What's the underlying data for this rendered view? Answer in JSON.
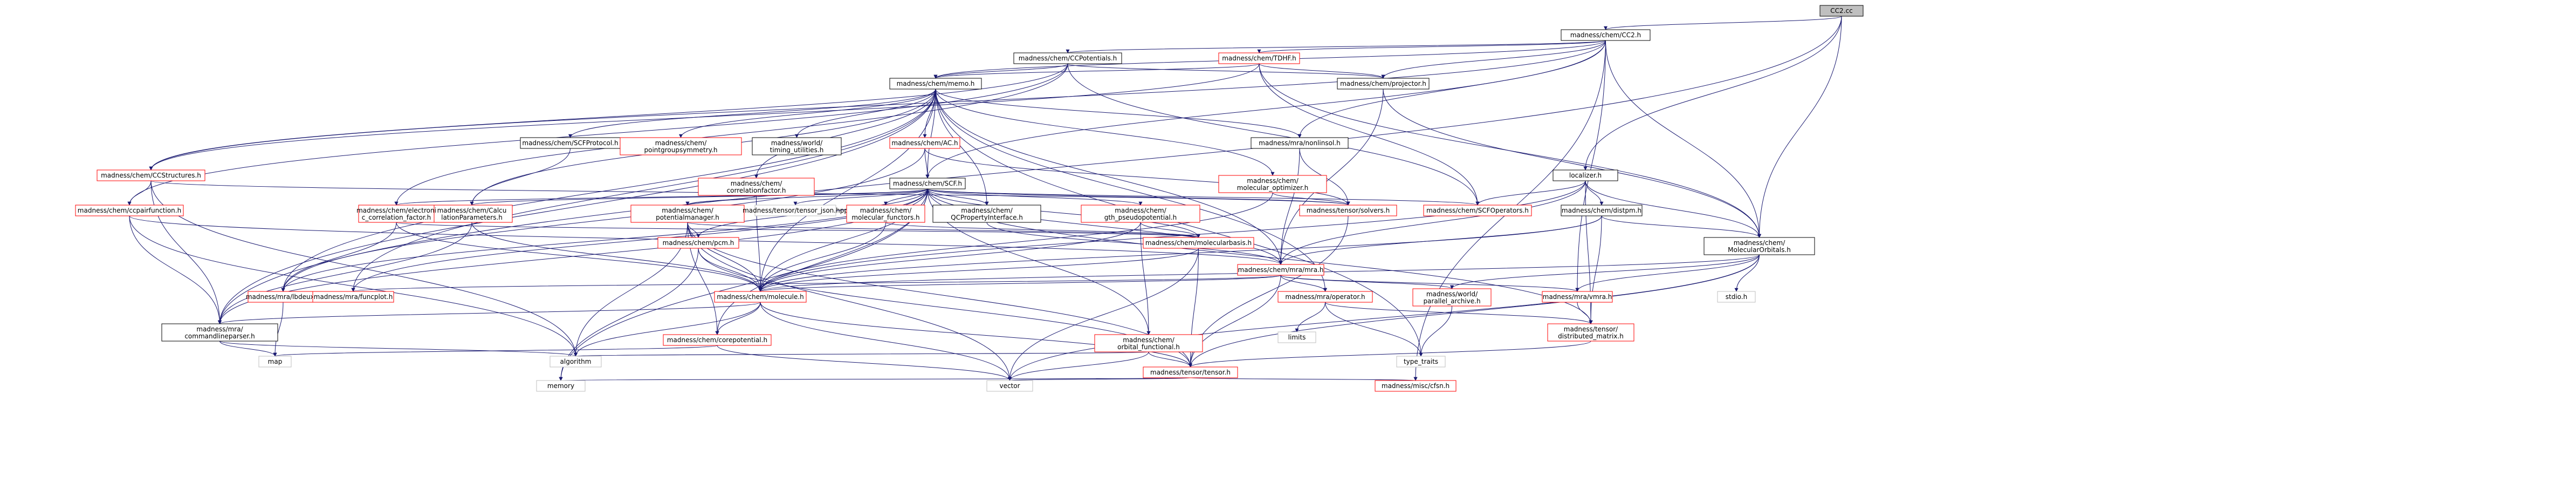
{
  "nodes": [
    {
      "id": "root",
      "label": "CC2.cc",
      "kind": "root"
    },
    {
      "id": "cc2h",
      "label": "madness/chem/CC2.h",
      "kind": "internal"
    },
    {
      "id": "ccpot",
      "label": "madness/chem/CCPotentials.h",
      "kind": "internal"
    },
    {
      "id": "tdhf",
      "label": "madness/chem/TDHF.h",
      "kind": "link"
    },
    {
      "id": "memo",
      "label": "madness/chem/memo.h",
      "kind": "internal"
    },
    {
      "id": "proj",
      "label": "madness/chem/projector.h",
      "kind": "internal"
    },
    {
      "id": "ccstr",
      "label": "madness/chem/CCStructures.h",
      "kind": "link"
    },
    {
      "id": "scfprot",
      "label": "madness/chem/SCFProtocol.h",
      "kind": "internal"
    },
    {
      "id": "pgsym",
      "label": "madness/chem/pointgroupsymmetry.h",
      "kind": "link"
    },
    {
      "id": "timing",
      "label": "madness/world/timing_utilities.h",
      "kind": "internal"
    },
    {
      "id": "ach",
      "label": "madness/chem/AC.h",
      "kind": "link"
    },
    {
      "id": "nonlin",
      "label": "madness/mra/nonlinsol.h",
      "kind": "internal"
    },
    {
      "id": "corrfac",
      "label": "madness/chem/correlationfactor.h",
      "kind": "link"
    },
    {
      "id": "scfh",
      "label": "madness/chem/SCF.h",
      "kind": "internal"
    },
    {
      "id": "molopt",
      "label": "madness/chem/molecular_optimizer.h",
      "kind": "link"
    },
    {
      "id": "localizer",
      "label": "localizer.h",
      "kind": "internal"
    },
    {
      "id": "ccpair",
      "label": "madness/chem/ccpairfunction.h",
      "kind": "link"
    },
    {
      "id": "calcparam",
      "label": "madness/chem/CalculationParameters.h",
      "kind": "link"
    },
    {
      "id": "eleccorr",
      "label": "madness/chem/electronic_correlation_factor.h",
      "kind": "link"
    },
    {
      "id": "potman",
      "label": "madness/chem/potentialmanager.h",
      "kind": "link"
    },
    {
      "id": "tjson",
      "label": "madness/tensor/tensor_json.hpp",
      "kind": "plain"
    },
    {
      "id": "molfunc",
      "label": "madness/chem/molecular_functors.h",
      "kind": "link"
    },
    {
      "id": "qcprop",
      "label": "madness/chem/QCPropertyInterface.h",
      "kind": "internal"
    },
    {
      "id": "gth",
      "label": "madness/chem/gth_pseudopotential.h",
      "kind": "link"
    },
    {
      "id": "solvers",
      "label": "madness/tensor/solvers.h",
      "kind": "link"
    },
    {
      "id": "scfops",
      "label": "madness/chem/SCFOperators.h",
      "kind": "link"
    },
    {
      "id": "molbas",
      "label": "madness/chem/molecularbasis.h",
      "kind": "link"
    },
    {
      "id": "mrah",
      "label": "madness/chem/mra/mra.h",
      "kind": "link"
    },
    {
      "id": "pcm",
      "label": "madness/chem/pcm.h",
      "kind": "link"
    },
    {
      "id": "lbdeux",
      "label": "madness/mra/lbdeux.h",
      "kind": "link"
    },
    {
      "id": "funcplot",
      "label": "madness/mra/funcplot.h",
      "kind": "link"
    },
    {
      "id": "molecule",
      "label": "madness/chem/molecule.h",
      "kind": "link"
    },
    {
      "id": "cmdparser",
      "label": "madness/mra/commandlineparser.h",
      "kind": "internal"
    },
    {
      "id": "corepot",
      "label": "madness/chem/corepotential.h",
      "kind": "link"
    },
    {
      "id": "orbfunc",
      "label": "madness/chem/orbital_functional.h",
      "kind": "link"
    },
    {
      "id": "tensorh",
      "label": "madness/tensor/tensor.h",
      "kind": "link"
    },
    {
      "id": "mracpp",
      "label": "madness/misc/cfsn.h",
      "kind": "link"
    },
    {
      "id": "molorb",
      "label": "madness/chem/MolecularOrbitals.h",
      "kind": "internal"
    },
    {
      "id": "distpm",
      "label": "madness/chem/distpm.h",
      "kind": "internal"
    },
    {
      "id": "operator",
      "label": "madness/mra/operator.h",
      "kind": "link"
    },
    {
      "id": "parch",
      "label": "madness/world/parallel_archive.h",
      "kind": "link"
    },
    {
      "id": "vmra",
      "label": "madness/mra/vmra.h",
      "kind": "link"
    },
    {
      "id": "distmat",
      "label": "madness/tensor/distributed_matrix.h",
      "kind": "link"
    },
    {
      "id": "stdio",
      "label": "stdio.h",
      "kind": "plain"
    },
    {
      "id": "typetraits",
      "label": "type_traits",
      "kind": "plain"
    },
    {
      "id": "limits",
      "label": "limits",
      "kind": "plain"
    },
    {
      "id": "map",
      "label": "map",
      "kind": "plain"
    },
    {
      "id": "algorithm",
      "label": "algorithm",
      "kind": "plain"
    },
    {
      "id": "memory",
      "label": "memory",
      "kind": "plain"
    },
    {
      "id": "vector",
      "label": "vector",
      "kind": "plain"
    }
  ],
  "edges": [
    [
      "root",
      "cc2h"
    ],
    [
      "root",
      "localizer"
    ],
    [
      "root",
      "cmdparser"
    ],
    [
      "root",
      "molorb"
    ],
    [
      "cc2h",
      "ccpot"
    ],
    [
      "cc2h",
      "tdhf"
    ],
    [
      "cc2h",
      "memo"
    ],
    [
      "cc2h",
      "proj"
    ],
    [
      "cc2h",
      "scfh"
    ],
    [
      "cc2h",
      "nonlin"
    ],
    [
      "cc2h",
      "molorb"
    ],
    [
      "cc2h",
      "vmra"
    ],
    [
      "cc2h",
      "mracpp"
    ],
    [
      "cc2h",
      "ccstr"
    ],
    [
      "ccpot",
      "memo"
    ],
    [
      "ccpot",
      "proj"
    ],
    [
      "ccpot",
      "ccstr"
    ],
    [
      "ccpot",
      "ccpair"
    ],
    [
      "ccpot",
      "eleccorr"
    ],
    [
      "ccpot",
      "scfops"
    ],
    [
      "tdhf",
      "memo"
    ],
    [
      "tdhf",
      "proj"
    ],
    [
      "tdhf",
      "molorb"
    ],
    [
      "tdhf",
      "scfops"
    ],
    [
      "tdhf",
      "ccstr"
    ],
    [
      "memo",
      "scfprot"
    ],
    [
      "memo",
      "pgsym"
    ],
    [
      "memo",
      "timing"
    ],
    [
      "memo",
      "ach"
    ],
    [
      "memo",
      "nonlin"
    ],
    [
      "memo",
      "corrfac"
    ],
    [
      "memo",
      "scfh"
    ],
    [
      "memo",
      "molopt"
    ],
    [
      "memo",
      "qcprop"
    ],
    [
      "memo",
      "calcparam"
    ],
    [
      "memo",
      "cmdparser"
    ],
    [
      "memo",
      "lbdeux"
    ],
    [
      "memo",
      "funcplot"
    ],
    [
      "memo",
      "molecule"
    ],
    [
      "memo",
      "mrah"
    ],
    [
      "memo",
      "operator"
    ],
    [
      "memo",
      "typetraits"
    ],
    [
      "proj",
      "mrah"
    ],
    [
      "proj",
      "molorb"
    ],
    [
      "ccstr",
      "ccpair"
    ],
    [
      "ccstr",
      "cmdparser"
    ],
    [
      "ccstr",
      "algorithm"
    ],
    [
      "ccstr",
      "solvers"
    ],
    [
      "scfprot",
      "calcparam"
    ],
    [
      "ach",
      "scfh"
    ],
    [
      "ach",
      "lbdeux"
    ],
    [
      "ach",
      "solvers"
    ],
    [
      "nonlin",
      "solvers"
    ],
    [
      "nonlin",
      "mrah"
    ],
    [
      "corrfac",
      "potman"
    ],
    [
      "corrfac",
      "molecule"
    ],
    [
      "scfh",
      "calcparam"
    ],
    [
      "scfh",
      "eleccorr"
    ],
    [
      "scfh",
      "potman"
    ],
    [
      "scfh",
      "tjson"
    ],
    [
      "scfh",
      "molfunc"
    ],
    [
      "scfh",
      "qcprop"
    ],
    [
      "scfh",
      "gth"
    ],
    [
      "scfh",
      "solvers"
    ],
    [
      "scfh",
      "scfops"
    ],
    [
      "scfh",
      "molbas"
    ],
    [
      "scfh",
      "mrah"
    ],
    [
      "scfh",
      "pcm"
    ],
    [
      "scfh",
      "lbdeux"
    ],
    [
      "scfh",
      "funcplot"
    ],
    [
      "scfh",
      "molecule"
    ],
    [
      "scfh",
      "corepot"
    ],
    [
      "scfh",
      "orbfunc"
    ],
    [
      "scfh",
      "cmdparser"
    ],
    [
      "scfh",
      "distmat"
    ],
    [
      "scfh",
      "memory"
    ],
    [
      "molopt",
      "solvers"
    ],
    [
      "molopt",
      "molecule"
    ],
    [
      "localizer",
      "mrah"
    ],
    [
      "localizer",
      "distpm"
    ],
    [
      "localizer",
      "molorb"
    ],
    [
      "localizer",
      "scfops"
    ],
    [
      "localizer",
      "molecule"
    ],
    [
      "localizer",
      "distmat"
    ],
    [
      "ccpair",
      "mrah"
    ],
    [
      "ccpair",
      "cmdparser"
    ],
    [
      "ccpair",
      "algorithm"
    ],
    [
      "calcparam",
      "cmdparser"
    ],
    [
      "calcparam",
      "molecule"
    ],
    [
      "eleccorr",
      "lbdeux"
    ],
    [
      "eleccorr",
      "molbas"
    ],
    [
      "eleccorr",
      "molecule"
    ],
    [
      "potman",
      "pcm"
    ],
    [
      "potman",
      "molecule"
    ],
    [
      "potman",
      "corepot"
    ],
    [
      "potman",
      "molbas"
    ],
    [
      "potman",
      "algorithm"
    ],
    [
      "potman",
      "vector"
    ],
    [
      "potman",
      "tensorh"
    ],
    [
      "molfunc",
      "molecule"
    ],
    [
      "molfunc",
      "molbas"
    ],
    [
      "qcprop",
      "mrah"
    ],
    [
      "gth",
      "molbas"
    ],
    [
      "gth",
      "orbfunc"
    ],
    [
      "gth",
      "molecule"
    ],
    [
      "solvers",
      "tensorh"
    ],
    [
      "molbas",
      "molecule"
    ],
    [
      "molbas",
      "tensorh"
    ],
    [
      "molbas",
      "vector"
    ],
    [
      "mrah",
      "operator"
    ],
    [
      "mrah",
      "vmra"
    ],
    [
      "mrah",
      "parch"
    ],
    [
      "mrah",
      "funcplot"
    ],
    [
      "mrah",
      "tensorh"
    ],
    [
      "mrah",
      "molecule"
    ],
    [
      "pcm",
      "molecule"
    ],
    [
      "pcm",
      "memory"
    ],
    [
      "pcm",
      "tensorh"
    ],
    [
      "lbdeux",
      "map"
    ],
    [
      "molecule",
      "cmdparser"
    ],
    [
      "molecule",
      "corepot"
    ],
    [
      "molecule",
      "tensorh"
    ],
    [
      "molecule",
      "algorithm"
    ],
    [
      "molecule",
      "vector"
    ],
    [
      "cmdparser",
      "map"
    ],
    [
      "cmdparser",
      "algorithm"
    ],
    [
      "corepot",
      "map"
    ],
    [
      "corepot",
      "vector"
    ],
    [
      "orbfunc",
      "tensorh"
    ],
    [
      "orbfunc",
      "algorithm"
    ],
    [
      "orbfunc",
      "vector"
    ],
    [
      "tensorh",
      "memory"
    ],
    [
      "tensorh",
      "vector"
    ],
    [
      "tensorh",
      "mracpp"
    ],
    [
      "molorb",
      "parch"
    ],
    [
      "molorb",
      "stdio"
    ],
    [
      "molorb",
      "molecule"
    ],
    [
      "molorb",
      "tensorh"
    ],
    [
      "molorb",
      "vector"
    ],
    [
      "molorb",
      "vmra"
    ],
    [
      "distpm",
      "mrah"
    ],
    [
      "distpm",
      "molorb"
    ],
    [
      "distpm",
      "distmat"
    ],
    [
      "distpm",
      "molecule"
    ],
    [
      "operator",
      "typetraits"
    ],
    [
      "operator",
      "limits"
    ],
    [
      "operator",
      "distmat"
    ],
    [
      "parch",
      "typetraits"
    ],
    [
      "vmra",
      "distmat"
    ],
    [
      "distmat",
      "tensorh"
    ]
  ]
}
